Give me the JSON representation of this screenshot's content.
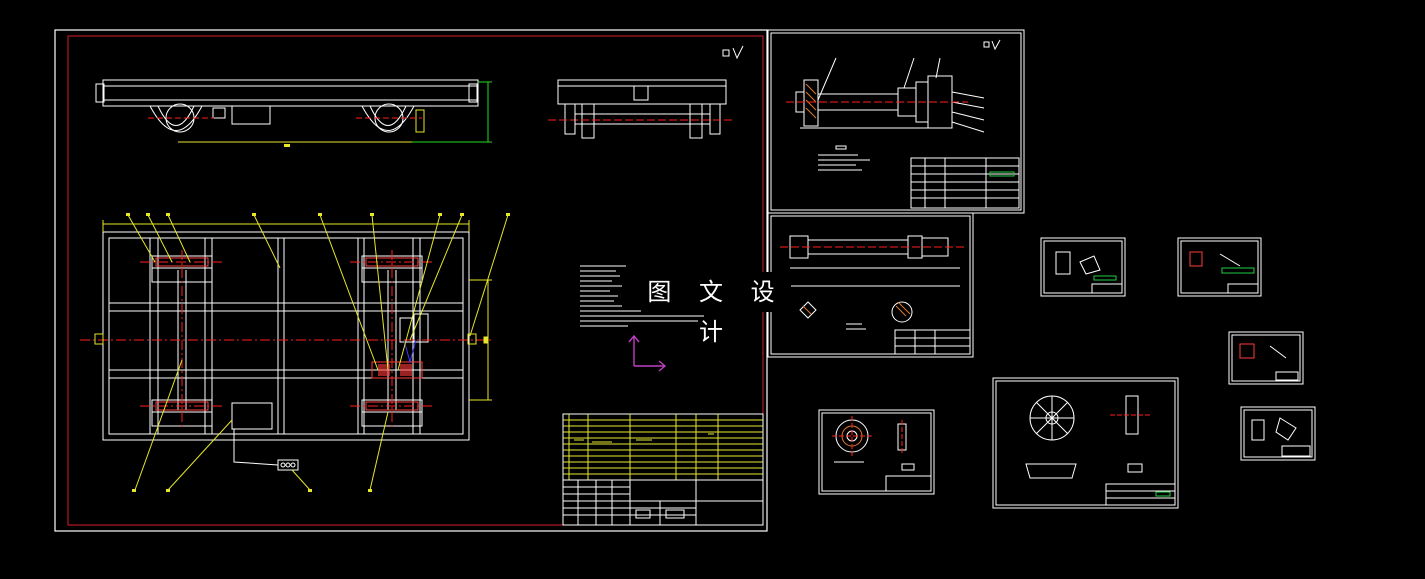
{
  "watermark": {
    "text": "图 文 设 计"
  },
  "colors": {
    "background": "#000000",
    "frame_red": "#d4202a",
    "line_white": "#ffffff",
    "dim_yellow": "#e6e62a",
    "dim_green": "#22dd22",
    "center_red": "#ff2020",
    "ucs_magenta": "#c040c0",
    "part_red": "#ff3a3a",
    "hatch_orange": "#e07a30",
    "table_yellow": "#e8e830",
    "table_green": "#22cc44"
  },
  "sheets": [
    {
      "name": "main-assembly-drawing"
    },
    {
      "name": "shaft-assembly-drawing"
    },
    {
      "name": "axle-part-drawing"
    },
    {
      "name": "small-part-drawing-1"
    },
    {
      "name": "small-part-drawing-2"
    },
    {
      "name": "small-part-drawing-3"
    },
    {
      "name": "small-part-drawing-4"
    },
    {
      "name": "flange-part-drawing"
    },
    {
      "name": "wheel-part-drawing"
    }
  ]
}
